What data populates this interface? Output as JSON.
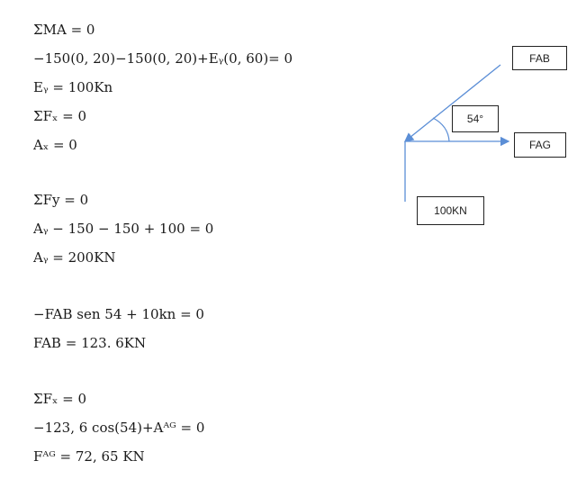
{
  "equations": [
    "ΣMA = 0",
    "−150(0, 20)−150(0, 20)+Eᵧ(0, 60)= 0",
    "Eᵧ = 100Kn",
    "ΣFₓ = 0",
    "Aₓ = 0",
    "ΣFy = 0",
    "Aᵧ − 150 − 150 + 100 = 0",
    "Aᵧ = 200KN",
    "−FAB sen 54 + 10kn = 0",
    "FAB = 123. 6KN",
    "ΣFₓ = 0",
    "−123, 6 cos(54)+Aᴬᴳ = 0",
    "Fᴬᴳ = 72, 65 KN"
  ],
  "diagram": {
    "label_fab": "FAB",
    "label_angle": "54°",
    "label_fag": "FAG",
    "label_load": "100KN",
    "arrow_color": "#5b8ed6"
  }
}
